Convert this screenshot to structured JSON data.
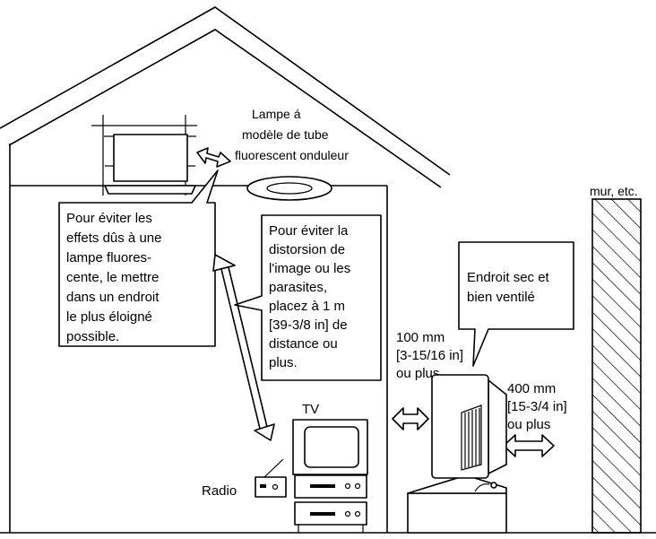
{
  "labels": {
    "lamp": [
      "Lampe á",
      "modèle de tube",
      "fluorescent onduleur"
    ],
    "wall": "mur, etc.",
    "fluorescent_note": [
      "Pour éviter les",
      "effets dûs à une",
      "lampe fluores-",
      "cente, le mettre",
      "dans un endroit",
      "le plus éloigné",
      "possible."
    ],
    "distortion_note": [
      "Pour éviter la",
      "distorsion de",
      "l'image ou les",
      "parasites,",
      "placez à 1 m",
      "[39-3/8 in] de",
      "distance ou",
      "plus."
    ],
    "dry_place": [
      "Endroit sec et",
      "bien ventilé"
    ],
    "clearance_side": [
      "100 mm",
      "[3-15/16 in]",
      "ou plus"
    ],
    "clearance_back": [
      "400 mm",
      "[15-3/4 in]",
      "ou plus"
    ],
    "tv": "TV",
    "radio": "Radio"
  }
}
